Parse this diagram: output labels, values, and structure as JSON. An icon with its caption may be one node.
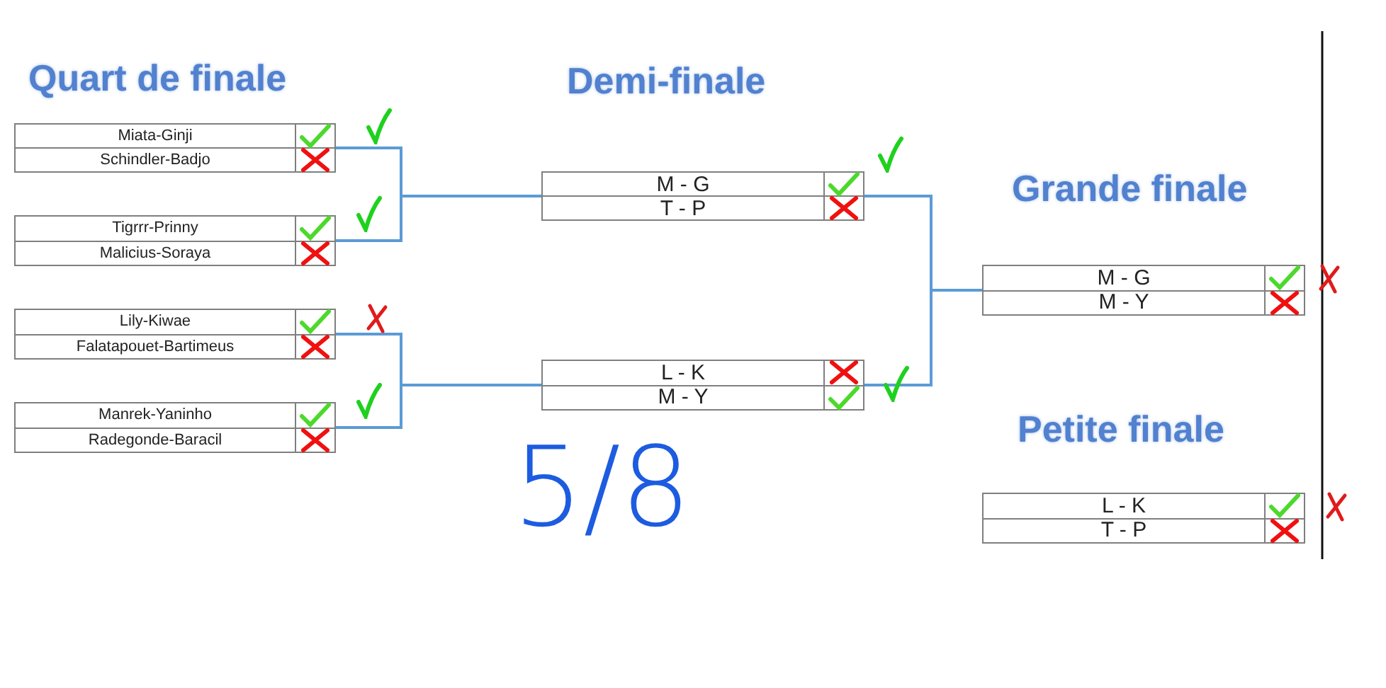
{
  "diagram": {
    "nodes": [
      {
        "text": [],
        "shape": "box"
      },
      {
        "text": [
          "Miata-Ginji"
        ],
        "in": 0
      },
      {
        "text": [
          "Schindler-Badjo"
        ],
        "in": 0
      },
      {
        "text": [],
        "shape": "box"
      },
      {
        "text": [
          "Tigrrr-Prinny"
        ],
        "in": 3
      },
      {
        "text": [
          "Malicius-Soraya"
        ],
        "in": 3
      },
      {
        "text": [],
        "shape": "box"
      },
      {
        "text": [
          "Lily-Kiwae"
        ],
        "in": 6
      },
      {
        "text": [
          "Falatapouet-Bartimeus"
        ],
        "in": 6
      },
      {
        "text": [],
        "shape": "box"
      },
      {
        "text": [
          "Manrek-Yaninho"
        ],
        "in": 9
      },
      {
        "text": [
          "Radegonde-Baracil"
        ],
        "in": 9
      },
      {
        "text": [],
        "shape": "box"
      },
      {
        "text": [
          "M - G"
        ],
        "in": 12
      },
      {
        "text": [
          "T - P"
        ],
        "in": 12
      },
      {
        "text": [],
        "shape": "box"
      },
      {
        "text": [
          "L - K"
        ],
        "in": 15
      },
      {
        "text": [
          "M - Y"
        ],
        "in": 15
      },
      {
        "text": [],
        "shape": "box"
      },
      {
        "text": [
          "M - G"
        ],
        "in": 18
      },
      {
        "text": [
          "M - Y"
        ],
        "in": 18
      },
      {
        "text": [],
        "shape": "box"
      },
      {
        "text": [
          "L - K"
        ],
        "in": 21
      },
      {
        "text": [
          "T - P"
        ],
        "in": 21
      }
    ],
    "edges": [
      {
        "from": 0,
        "to": 12,
        "arrow": "none"
      },
      {
        "from": 3,
        "to": 12,
        "arrow": "none"
      },
      {
        "from": 6,
        "to": 15,
        "arrow": "none"
      },
      {
        "from": 9,
        "to": 15,
        "arrow": "none"
      },
      {
        "from": 12,
        "to": 18,
        "arrow": "none"
      },
      {
        "from": 15,
        "to": 18,
        "arrow": "none"
      }
    ],
    "labels": [
      "Quart de finale",
      "Demi-finale",
      "Grande finale",
      "Petite finale",
      "5/8"
    ]
  }
}
